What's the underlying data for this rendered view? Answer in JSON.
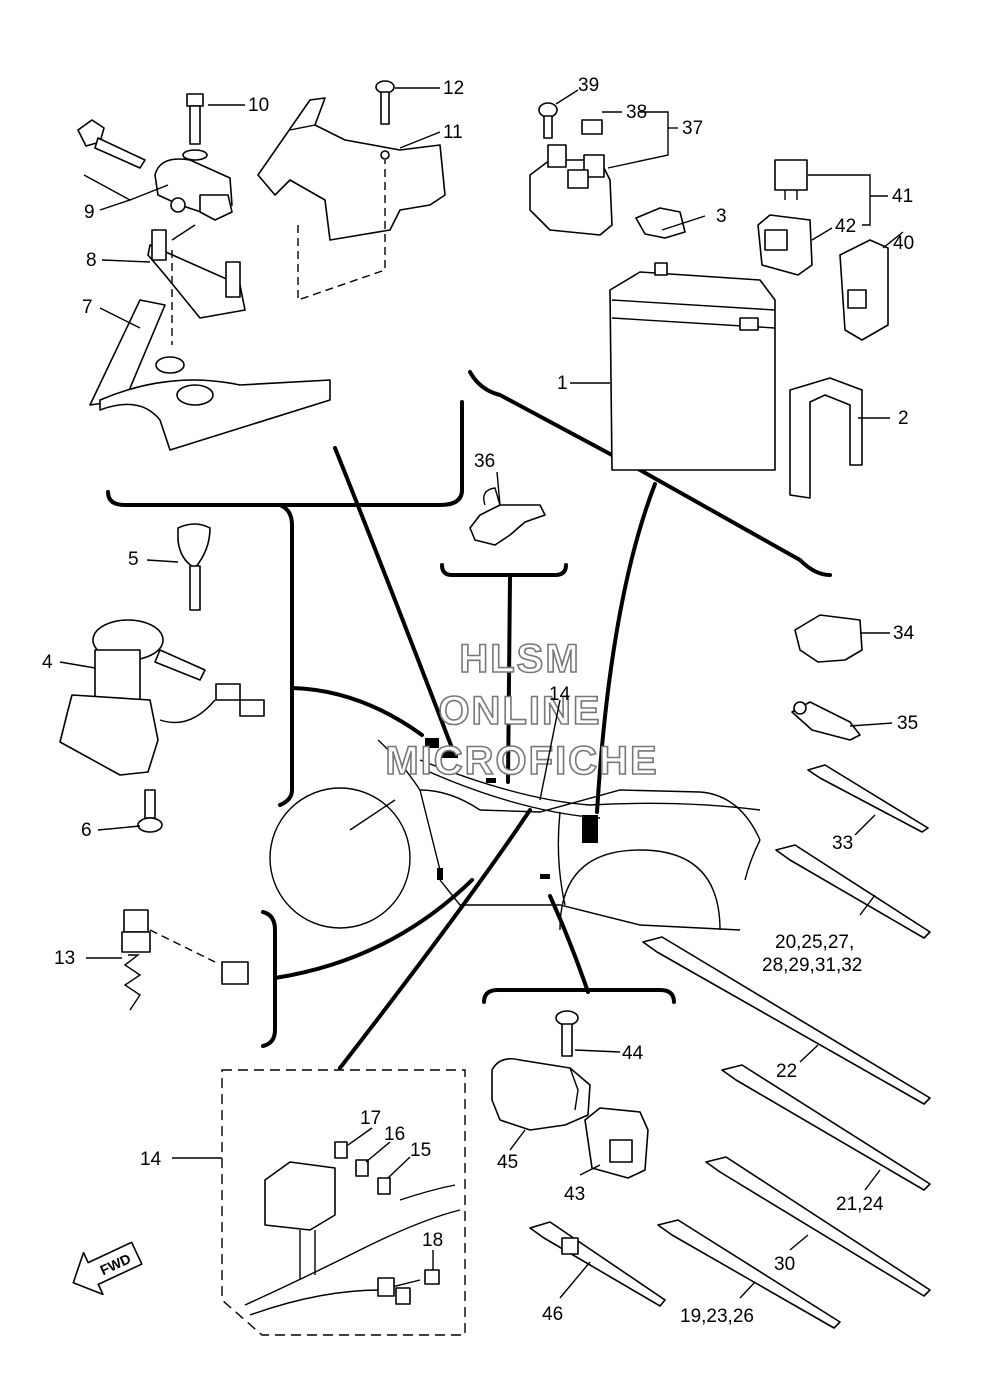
{
  "labels": {
    "l1": "1",
    "l2": "2",
    "l3": "3",
    "l4": "4",
    "l5": "5",
    "l6": "6",
    "l7": "7",
    "l8": "8",
    "l9": "9",
    "l10": "10",
    "l11": "11",
    "l12": "12",
    "l13": "13",
    "l14a": "14",
    "l14b": "14",
    "l15": "15",
    "l16": "16",
    "l17": "17",
    "l18": "18",
    "l19": "19,23,26",
    "l20a": "20,25,27,",
    "l20b": "28,29,31,32",
    "l21": "21,24",
    "l22": "22",
    "l30": "30",
    "l33": "33",
    "l34": "34",
    "l35": "35",
    "l36": "36",
    "l37": "37",
    "l38": "38",
    "l39": "39",
    "l40": "40",
    "l41": "41",
    "l42": "42",
    "l43": "43",
    "l44": "44",
    "l45": "45",
    "l46": "46"
  },
  "watermark": {
    "line1": "HLSM",
    "line2": "ONLINE",
    "line3": "MICROFICHE"
  },
  "fwd_badge": "FWD"
}
